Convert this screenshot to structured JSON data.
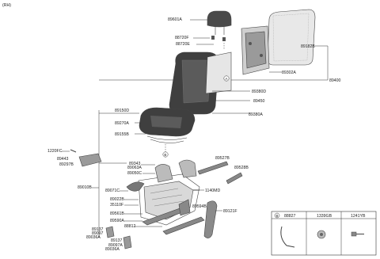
{
  "diagram": {
    "header": "(RH)",
    "labels": {
      "p89601A": "89601A",
      "p88720F": "88720F",
      "p88720E": "88720E",
      "p89182B": "89182B",
      "p89302A": "89302A",
      "p89400": "89400",
      "p89380D": "89380D",
      "p89450": "89450",
      "p89380A": "89380A",
      "p89150D": "89150D",
      "p89270A": "89270A",
      "p89155B": "89155B",
      "p1220FC": "1220FC",
      "p89443": "89443",
      "p89297B": "89297B",
      "p89343": "89343",
      "p89063A": "89063A",
      "p89050C": "89050C",
      "p89010B": "89010B",
      "p89071C": "89071C",
      "p89022B": "89022B",
      "p35110F": "35110F",
      "p89561B": "89561B",
      "p89590A": "89590A",
      "p88812": "88812",
      "p89137a": "89137",
      "p89097": "89097",
      "p89036A": "89036A",
      "p89137b": "89137",
      "p89097A": "89097A",
      "p89036Ab": "89036A",
      "p89527B": "89527B",
      "p89528B": "89528B",
      "p1140MD": "1140MD",
      "p89594B": "89594B",
      "p89121F": "89121F",
      "calloutA": "A",
      "calloutB": "B"
    },
    "legend": {
      "key": "B",
      "cols": [
        "88827",
        "1339GB",
        "1241YB"
      ]
    }
  }
}
